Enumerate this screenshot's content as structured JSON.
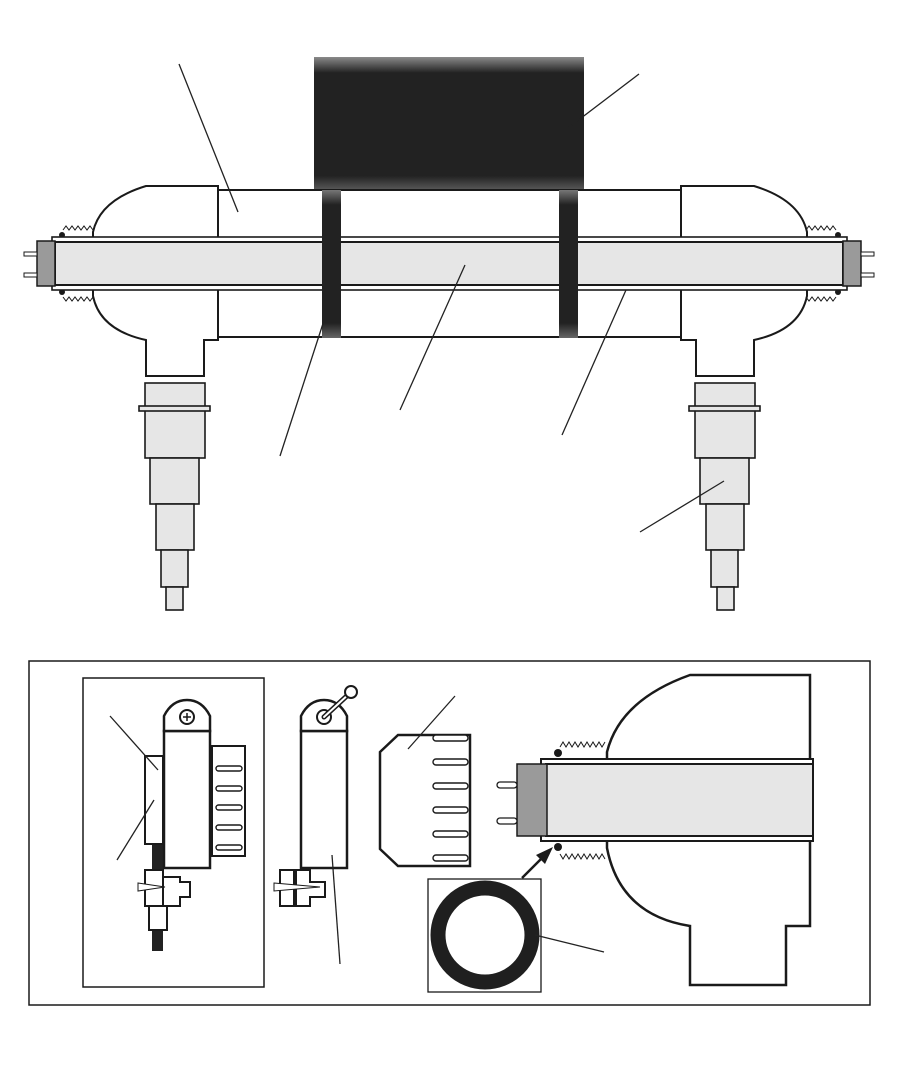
{
  "figure": {
    "colors": {
      "outline": "#1a1a1a",
      "clamp": "#222222",
      "lamp_tube": "#e6e6e6",
      "lamp_cap": "#9a9a9a",
      "background": "#ffffff"
    },
    "main_view": {
      "parts": [
        "bracket",
        "clamp-band-left",
        "clamp-band-right",
        "quartz-sleeve",
        "uv-lamp",
        "end-cap-left",
        "end-cap-right",
        "outlet-fitting-left",
        "outlet-fitting-right"
      ],
      "leader_line_count": 6
    },
    "detail_view": {
      "parts": [
        "side-clamp-assembly",
        "clamp-with-screw",
        "lamp-connector",
        "lamp-end-section",
        "o-ring"
      ],
      "leader_line_count": 5
    }
  }
}
